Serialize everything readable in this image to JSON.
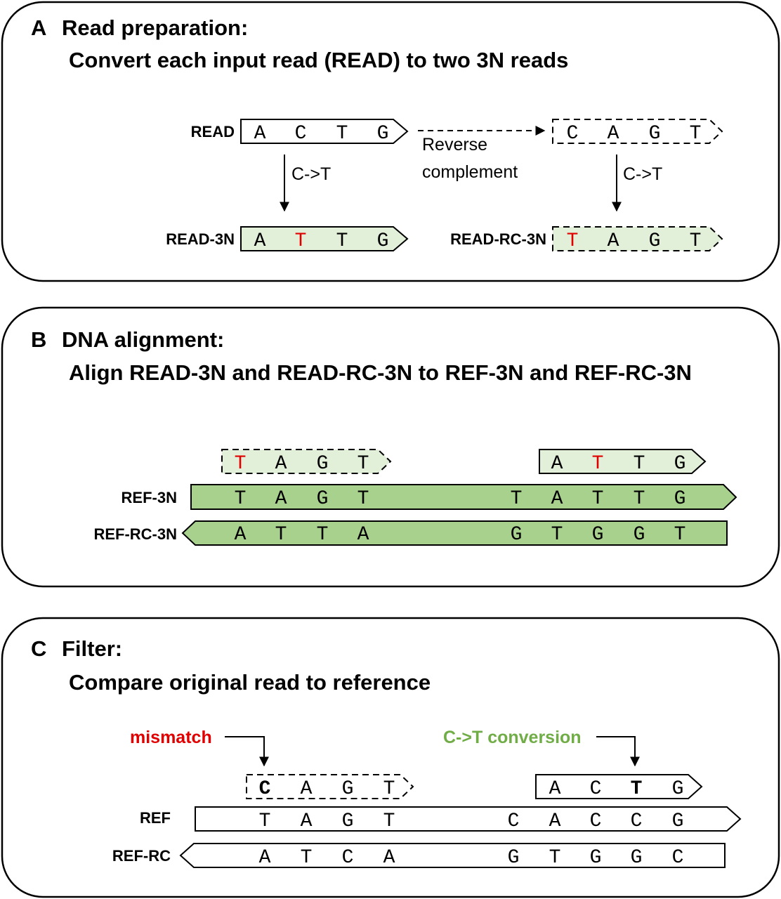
{
  "colors": {
    "light_green": "#e2efd9",
    "ref_green": "#a9d18e",
    "converted": "#e00000",
    "mismatch": "#e00000",
    "conversion": "#70ad47"
  },
  "panel_a": {
    "letter": "A",
    "title": "Read preparation:",
    "subtitle": "Convert each input read (READ) to two 3N reads",
    "read_label": "READ",
    "read_bases": [
      "A",
      "C",
      "T",
      "G"
    ],
    "rc_bases": [
      "C",
      "A",
      "G",
      "T"
    ],
    "rc_line1": "Reverse",
    "rc_line2": "complement",
    "ct_label_left": "C->T",
    "ct_label_right": "C->T",
    "read3n_label": "READ-3N",
    "read3n_bases": [
      "A",
      "T",
      "T",
      "G"
    ],
    "readrc3n_label": "READ-RC-3N",
    "readrc3n_bases": [
      "T",
      "A",
      "G",
      "T"
    ]
  },
  "panel_b": {
    "letter": "B",
    "title": "DNA alignment:",
    "subtitle": "Align READ-3N and READ-RC-3N to REF-3N and REF-RC-3N",
    "aligned_rc_bases": [
      "T",
      "A",
      "G",
      "T"
    ],
    "aligned_read_bases": [
      "A",
      "T",
      "T",
      "G"
    ],
    "ref3n_label": "REF-3N",
    "ref3n_left": [
      "T",
      "A",
      "G",
      "T"
    ],
    "ref3n_right": [
      "T",
      "A",
      "T",
      "T",
      "G"
    ],
    "refrc3n_label": "REF-RC-3N",
    "refrc3n_left": [
      "A",
      "T",
      "T",
      "A"
    ],
    "refrc3n_right": [
      "G",
      "T",
      "G",
      "G",
      "T"
    ]
  },
  "panel_c": {
    "letter": "C",
    "title": "Filter:",
    "subtitle": "Compare original read to reference",
    "mismatch_label": "mismatch",
    "conversion_label": "C->T conversion",
    "left_read_bases": [
      "C",
      "A",
      "G",
      "T"
    ],
    "right_read_bases": [
      "A",
      "C",
      "T",
      "G"
    ],
    "ref_label": "REF",
    "ref_left": [
      "T",
      "A",
      "G",
      "T"
    ],
    "ref_right": [
      "C",
      "A",
      "C",
      "C",
      "G"
    ],
    "refrc_label": "REF-RC",
    "refrc_left": [
      "A",
      "T",
      "C",
      "A"
    ],
    "refrc_right": [
      "G",
      "T",
      "G",
      "G",
      "C"
    ]
  }
}
